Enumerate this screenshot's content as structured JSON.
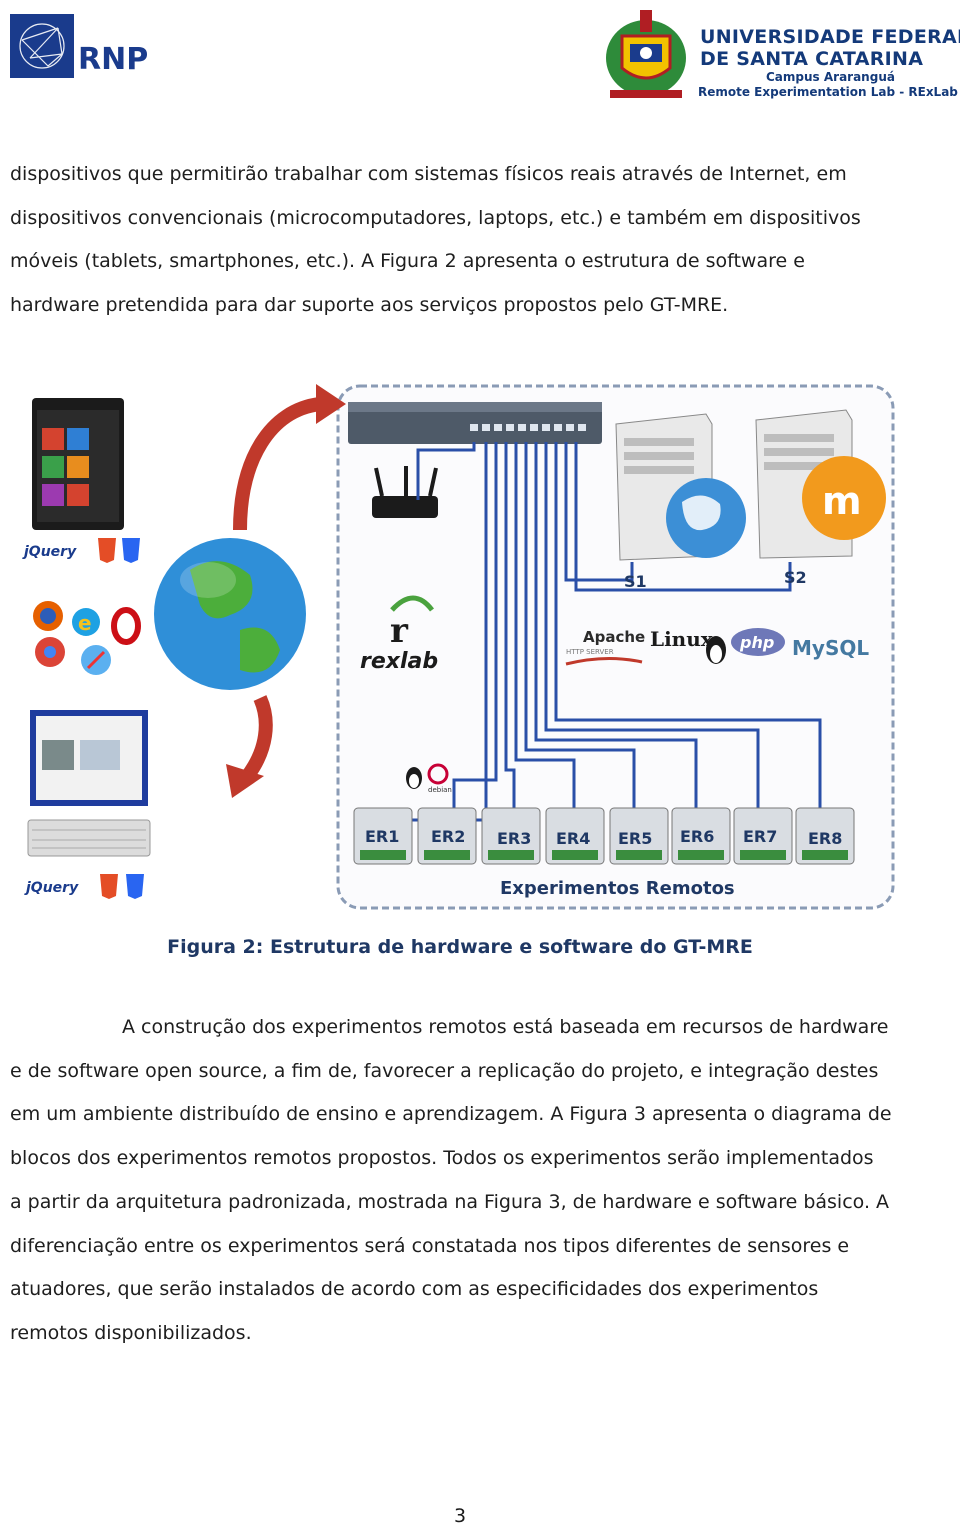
{
  "header": {
    "rnp_logo_text": "RNP",
    "ufsc_line1": "UNIVERSIDADE FEDERAL",
    "ufsc_line2": "DE SANTA CATARINA",
    "ufsc_line3": "Campus Araranguá",
    "ufsc_line4": "Remote Experimentation Lab - RExLab"
  },
  "paragraph1": [
    "dispositivos que permitirão trabalhar com sistemas físicos reais através de Internet, em",
    "dispositivos convencionais (microcomputadores, laptops, etc.) e também em dispositivos",
    "móveis (tablets, smartphones, etc.). A Figura 2 apresenta o estrutura de software e",
    "hardware pretendida para dar suporte aos serviços propostos pelo GT-MRE."
  ],
  "figure": {
    "server_labels": [
      "S1",
      "S2"
    ],
    "rexlab_text": "rexlab",
    "jquery_text": "jQuery",
    "apache_text": "Apache",
    "apache_sub": "HTTP SERVER",
    "linux_text": "Linux",
    "php_text": "php",
    "mysql_text": "MySQL",
    "moodle_letter": "m",
    "debian_text": "debian",
    "experiments": [
      "ER1",
      "ER2",
      "ER3",
      "ER4",
      "ER5",
      "ER6",
      "ER7",
      "ER8"
    ],
    "experiments_label": "Experimentos Remotos",
    "colors": {
      "border": "#8a9bb5",
      "cable": "#2a4fa8",
      "arrow": "#c0392b",
      "label": "#1f3864"
    }
  },
  "caption": "Figura 2: Estrutura de hardware e software do GT-MRE",
  "paragraph2": [
    "A construção dos experimentos remotos está baseada em recursos de hardware",
    "e de software open source, a fim de, favorecer a replicação do projeto, e integração destes",
    "em um ambiente distribuído de ensino e aprendizagem. A Figura 3 apresenta o diagrama de",
    "blocos dos experimentos remotos propostos. Todos os experimentos serão implementados",
    "a partir da arquitetura padronizada, mostrada na Figura 3, de hardware e software básico. A",
    "diferenciação entre os experimentos será constatada nos tipos diferentes de sensores e",
    "atuadores, que serão instalados de acordo com as especificidades dos experimentos",
    "remotos disponibilizados."
  ],
  "page_number": "3"
}
